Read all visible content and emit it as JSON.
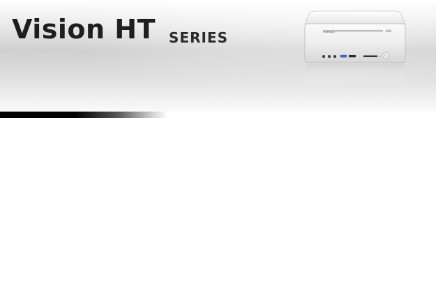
{
  "banner": {
    "title": "Vision HT",
    "subtitle": "SERIES"
  },
  "product": {
    "icon": "mini-pc-product-image",
    "brand_mark": "ASRock"
  },
  "colors": {
    "title": "#1e1e1e",
    "accent_bar": "#000000",
    "device_body": "#f2f2f2",
    "usb_port": "#2f6fd1"
  }
}
